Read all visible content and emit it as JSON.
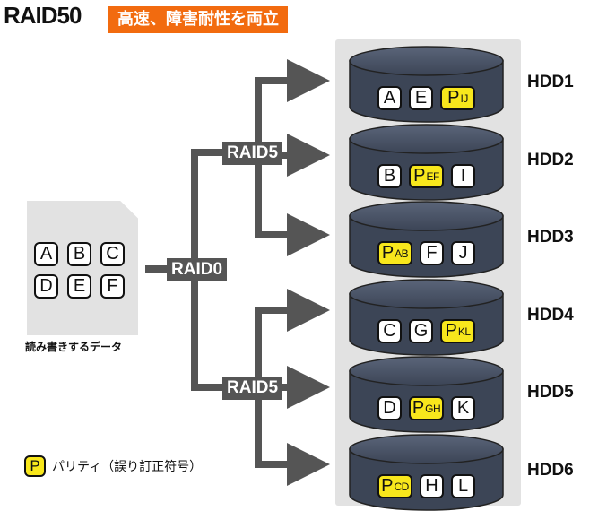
{
  "title": "RAID50",
  "subtitle": "高速、障害耐性を両立",
  "source": {
    "caption": "読み書きするデータ",
    "blocks": [
      "A",
      "B",
      "C",
      "D",
      "E",
      "F"
    ]
  },
  "labels": {
    "raid0": "RAID0",
    "raid5_top": "RAID5",
    "raid5_bottom": "RAID5"
  },
  "parity_letter": "P",
  "disks": [
    {
      "name": "HDD1",
      "blocks": [
        {
          "t": "A"
        },
        {
          "t": "E"
        },
        {
          "t": "P",
          "sub": "IJ"
        }
      ]
    },
    {
      "name": "HDD2",
      "blocks": [
        {
          "t": "B"
        },
        {
          "t": "P",
          "sub": "EF"
        },
        {
          "t": "I"
        }
      ]
    },
    {
      "name": "HDD3",
      "blocks": [
        {
          "t": "P",
          "sub": "AB"
        },
        {
          "t": "F"
        },
        {
          "t": "J"
        }
      ]
    },
    {
      "name": "HDD4",
      "blocks": [
        {
          "t": "C"
        },
        {
          "t": "G"
        },
        {
          "t": "P",
          "sub": "KL"
        }
      ]
    },
    {
      "name": "HDD5",
      "blocks": [
        {
          "t": "D"
        },
        {
          "t": "P",
          "sub": "GH"
        },
        {
          "t": "K"
        }
      ]
    },
    {
      "name": "HDD6",
      "blocks": [
        {
          "t": "P",
          "sub": "CD"
        },
        {
          "t": "H"
        },
        {
          "t": "L"
        }
      ]
    }
  ],
  "legend": {
    "symbol": "P",
    "text": "パリティ（誤り訂正符号）"
  },
  "colors": {
    "accent": "#f26b0f",
    "parity": "#f8e71c",
    "wire": "#555555",
    "disk": "#3c4556"
  }
}
